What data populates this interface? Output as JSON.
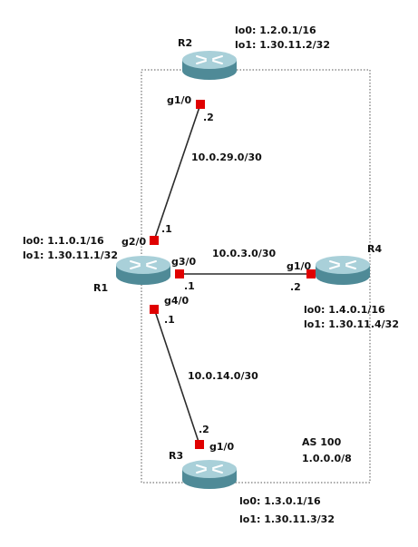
{
  "diagram": {
    "as_label": "AS 100",
    "as_prefix": "1.0.0.0/8",
    "colors": {
      "boundary": "#555555",
      "link": "#2b2b2b",
      "port": "#e00000",
      "router_top": "#a9d0d9",
      "router_side": "#4f8a97",
      "router_arrow": "#ffffff"
    },
    "routers": {
      "r1": {
        "name": "R1",
        "lo0": "lo0: 1.1.0.1/16",
        "lo1": "lo1: 1.30.11.1/32"
      },
      "r2": {
        "name": "R2",
        "lo0": "lo0: 1.2.0.1/16",
        "lo1": "lo1: 1.30.11.2/32"
      },
      "r3": {
        "name": "R3",
        "lo0": "lo0: 1.3.0.1/16",
        "lo1": "lo1: 1.30.11.3/32"
      },
      "r4": {
        "name": "R4",
        "lo0": "lo0: 1.4.0.1/16",
        "lo1": "lo1: 1.30.11.4/32"
      }
    },
    "links": {
      "r1_r2": {
        "subnet": "10.0.29.0/30",
        "a_if": "g2/0",
        "a_host": ".1",
        "b_if": "g1/0",
        "b_host": ".2"
      },
      "r1_r4": {
        "subnet": "10.0.3.0/30",
        "a_if": "g3/0",
        "a_host": ".1",
        "b_if": "g1/0",
        "b_host": ".2"
      },
      "r1_r3": {
        "subnet": "10.0.14.0/30",
        "a_if": "g4/0",
        "a_host": ".1",
        "b_if": "g1/0",
        "b_host": ".2"
      }
    }
  }
}
